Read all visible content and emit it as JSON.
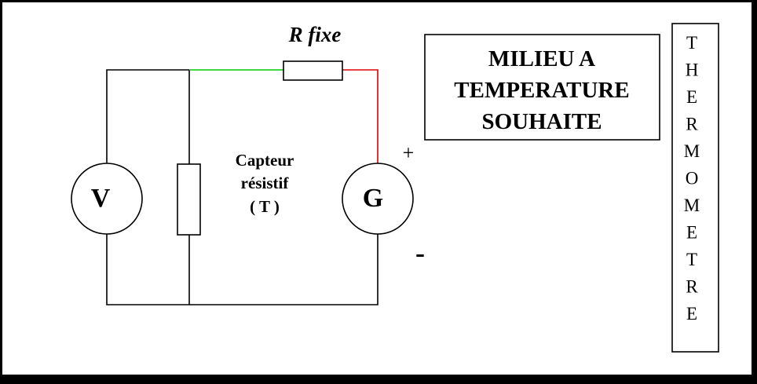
{
  "labels": {
    "r_fixe": "R fixe",
    "voltmeter": "V",
    "generator": "G",
    "sensor_line1": "Capteur",
    "sensor_line2": "résistif",
    "sensor_line3": "( T )",
    "plus": "+",
    "minus": "-"
  },
  "milieu_box": {
    "line1": "MILIEU A",
    "line2": "TEMPERATURE",
    "line3": "SOUHAITE"
  },
  "thermometre": {
    "letters": [
      "T",
      "H",
      "E",
      "R",
      "M",
      "O",
      "M",
      "E",
      "T",
      "R",
      "E"
    ]
  },
  "colors": {
    "background": "#ffffff",
    "frame": "#000000",
    "wire": "#000000",
    "wire_green": "#00cc00",
    "wire_red": "#dd0000"
  }
}
